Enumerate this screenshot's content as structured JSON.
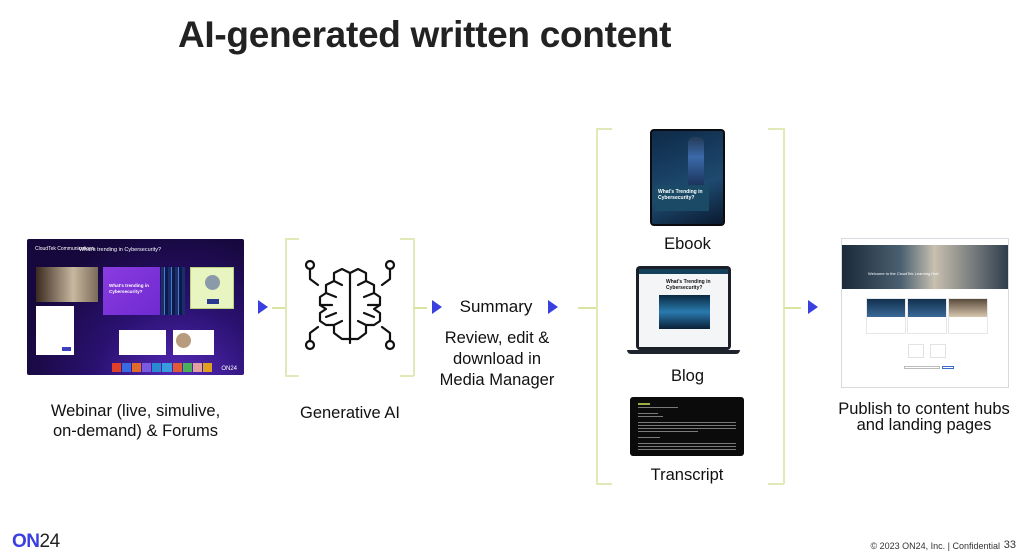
{
  "title": "AI-generated written content",
  "steps": {
    "source": {
      "label_line1": "Webinar (live, simulive,",
      "label_line2": "on-demand) & Forums",
      "thumbnail": {
        "brand": "CloudTek Communications",
        "event_title": "What's trending in Cybersecurity?",
        "promo_text": "What's trending in Cybersecurity?",
        "logo": "ON24"
      }
    },
    "ai": {
      "label": "Generative AI",
      "icon": "brain-circuit-icon"
    },
    "summary": {
      "title": "Summary",
      "line1": "Review, edit &",
      "line2": "download in",
      "line3": "Media Manager"
    },
    "outputs": [
      {
        "label": "Ebook",
        "thumbnail_text": "What's Trending in Cybersecurity?"
      },
      {
        "label": "Blog",
        "thumbnail_text": "What's Trending in Cybersecurity?"
      },
      {
        "label": "Transcript"
      }
    ],
    "publish": {
      "label_line1": "Publish to content hubs",
      "label_line2": "and landing pages",
      "thumbnail_text": "Welcome to the CloudTek Learning Hub"
    }
  },
  "footer": {
    "logo_on": "ON",
    "logo_num": "24",
    "copyright": "© 2023 ON24, Inc.  |  Confidential",
    "page_number": "33"
  },
  "colors": {
    "accent_arrow": "#3a3fe0",
    "bracket": "#e1e9b8",
    "brand": "#3b3fe0"
  }
}
